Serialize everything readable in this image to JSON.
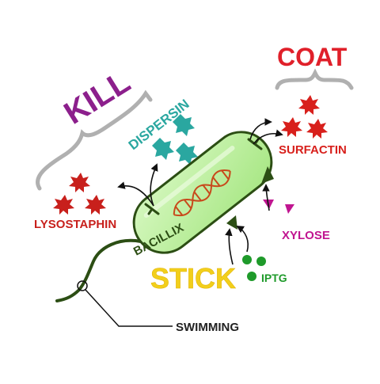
{
  "labels": {
    "kill": "KILL",
    "coat": "COAT",
    "stick": "STICK",
    "dispersin": "DISPERSIN",
    "lysostaphin": "LYSOSTAPHIN",
    "surfactin": "SURFACTIN",
    "xylose": "XYLOSE",
    "iptg": "IPTG",
    "bacillix": "BACILLIX",
    "swimming": "SWIMMING"
  },
  "colors": {
    "kill": "#8c1f8c",
    "coat": "#e0202a",
    "stick": "#f2cf1b",
    "dispersin": "#2aa7a0",
    "lysostaphin": "#c8201c",
    "surfactin": "#d8201c",
    "xylose": "#c01590",
    "iptg": "#1e9a2a",
    "bacterium_fill": "#b9ef9b",
    "bacterium_outline": "#2c4e14",
    "dna": "#c8491b"
  }
}
